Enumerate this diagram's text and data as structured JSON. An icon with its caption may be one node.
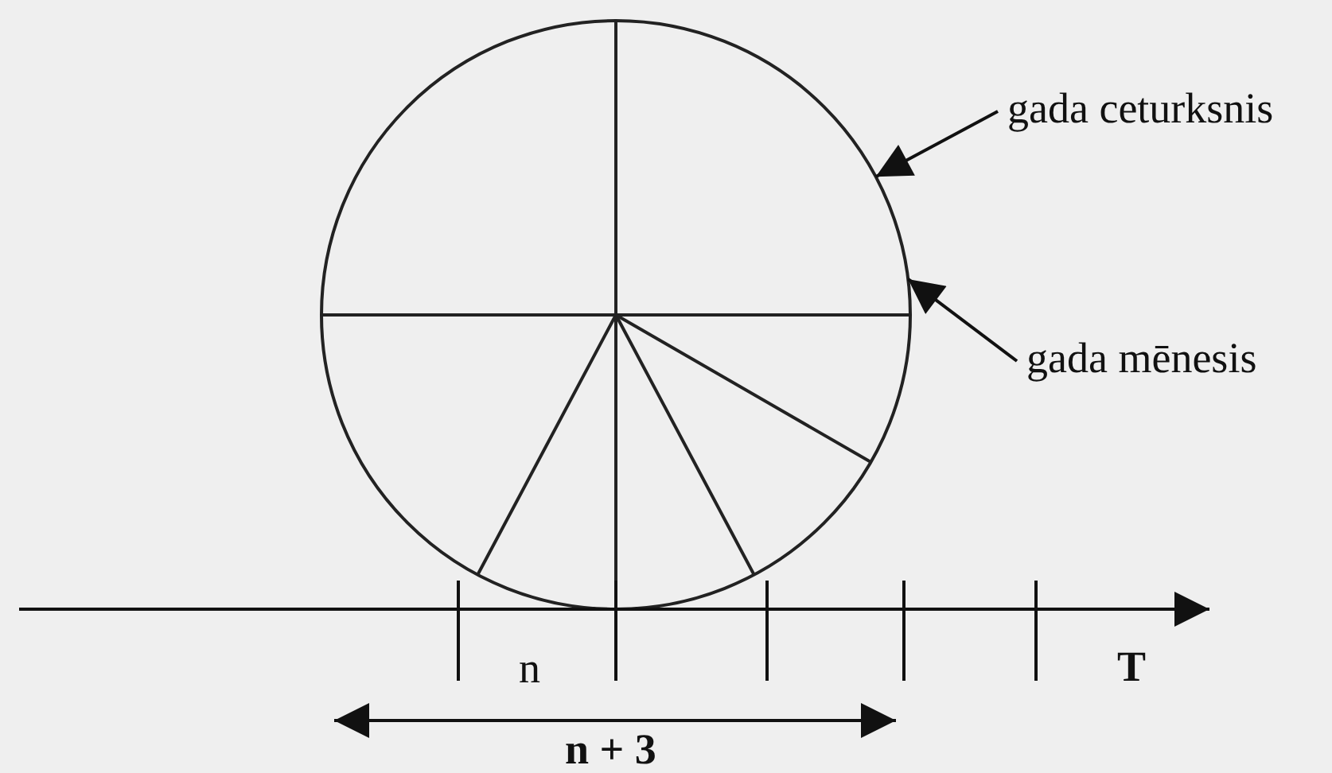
{
  "diagram": {
    "nodes": [
      {
        "text": [
          "gada ceturksnis"
        ]
      },
      {
        "text": [
          "gada mēnesis"
        ]
      },
      {
        "text": [],
        "shape": "circle"
      }
    ],
    "edges": [
      {
        "from": 0,
        "to": 2,
        "arrow": "to"
      },
      {
        "from": 1,
        "to": 2,
        "arrow": "to"
      }
    ],
    "labels": [
      "n",
      "T",
      "n + 3"
    ]
  }
}
